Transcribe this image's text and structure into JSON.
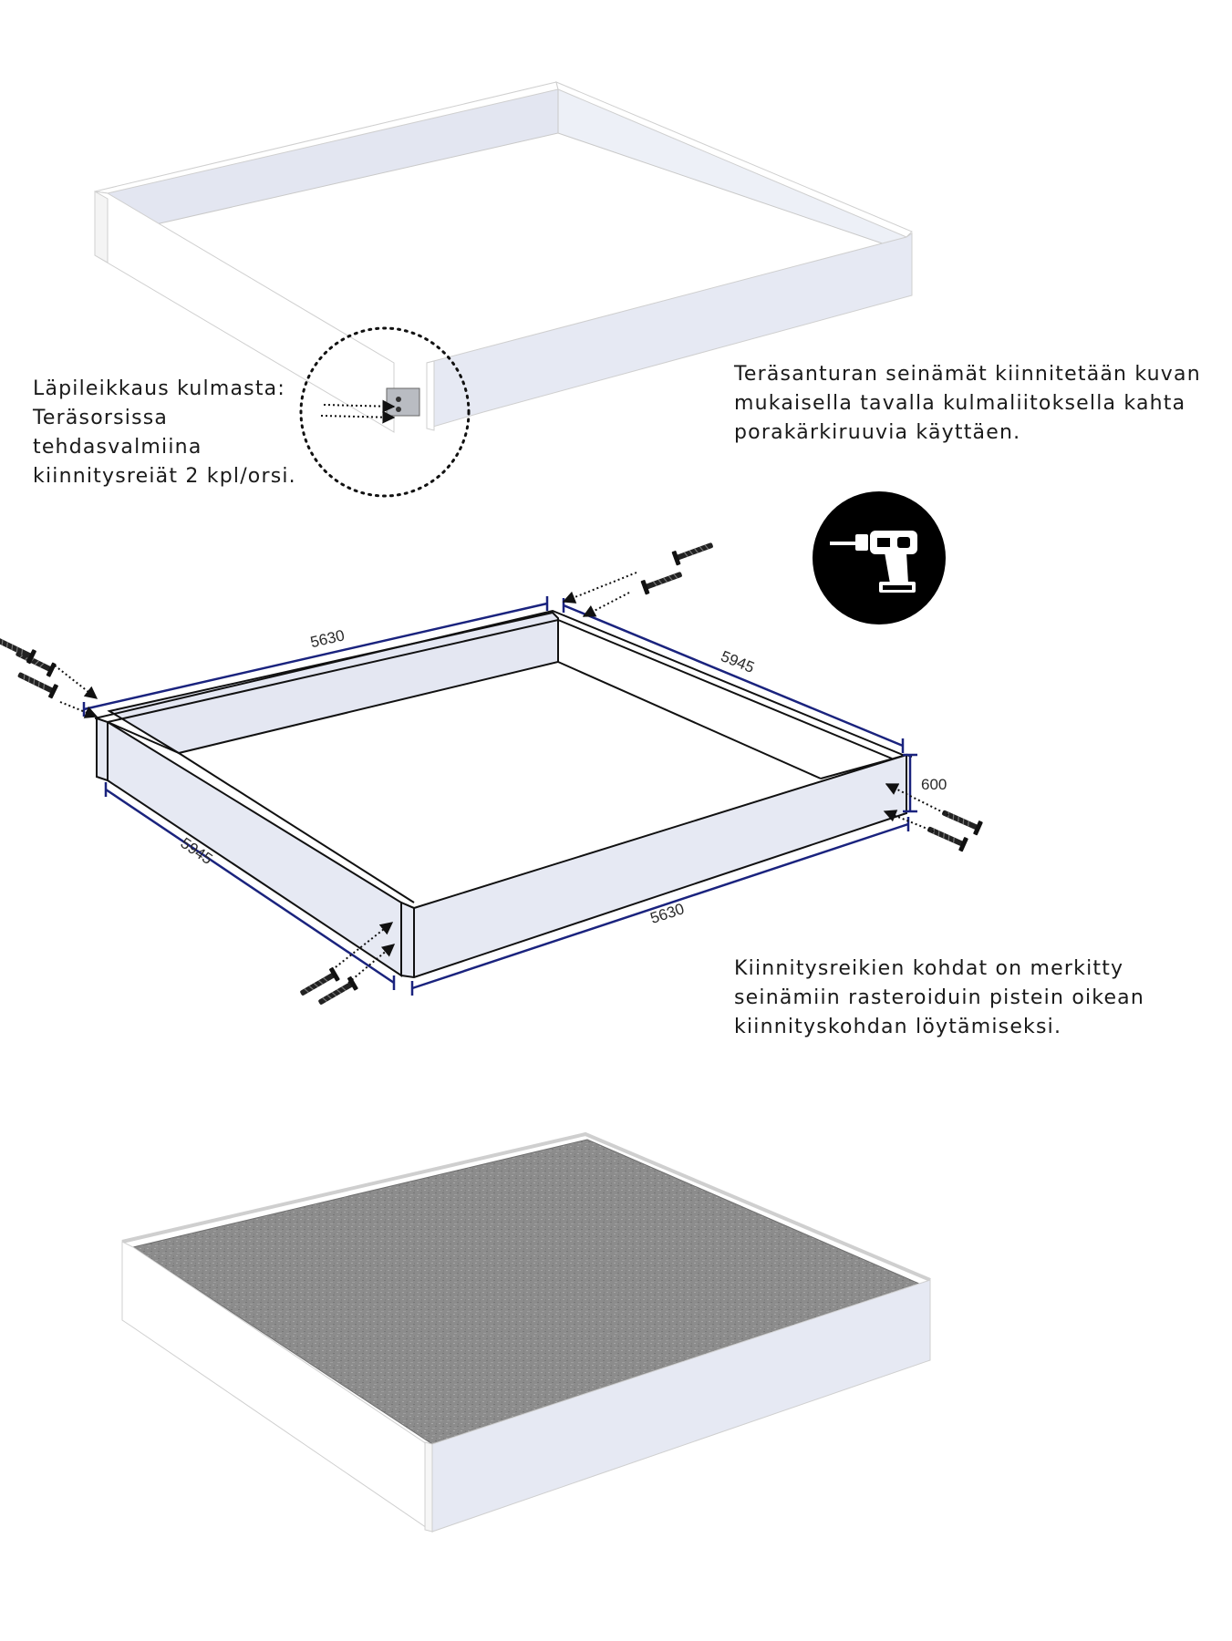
{
  "notes": {
    "corner_section": [
      "Läpileikkaus kulmasta:",
      "Teräsorsissa",
      "tehdasvalmiina",
      "kiinnitysreiät 2 kpl/orsi."
    ],
    "fixing": [
      "Teräsanturan seinämät kiinnitetään kuvan",
      "mukaisella tavalla kulmaliitoksella kahta",
      "porakärkiruuvia käyttäen."
    ],
    "holes": [
      "Kiinnitysreikien kohdat on merkitty",
      "seinämiin rasteroiduin pistein oikean",
      "kiinnityskohdan löytämiseksi."
    ]
  },
  "dimensions": {
    "top_length": "5630",
    "right_length": "5945",
    "height": "600",
    "left_length": "5945",
    "bottom_length": "5630"
  },
  "icons": {
    "drill": "drill-icon",
    "screw": "screw-icon"
  },
  "colors": {
    "dimension_line": "#1a237e",
    "wall_face": "#e9ebf3",
    "badge": "#000000"
  }
}
